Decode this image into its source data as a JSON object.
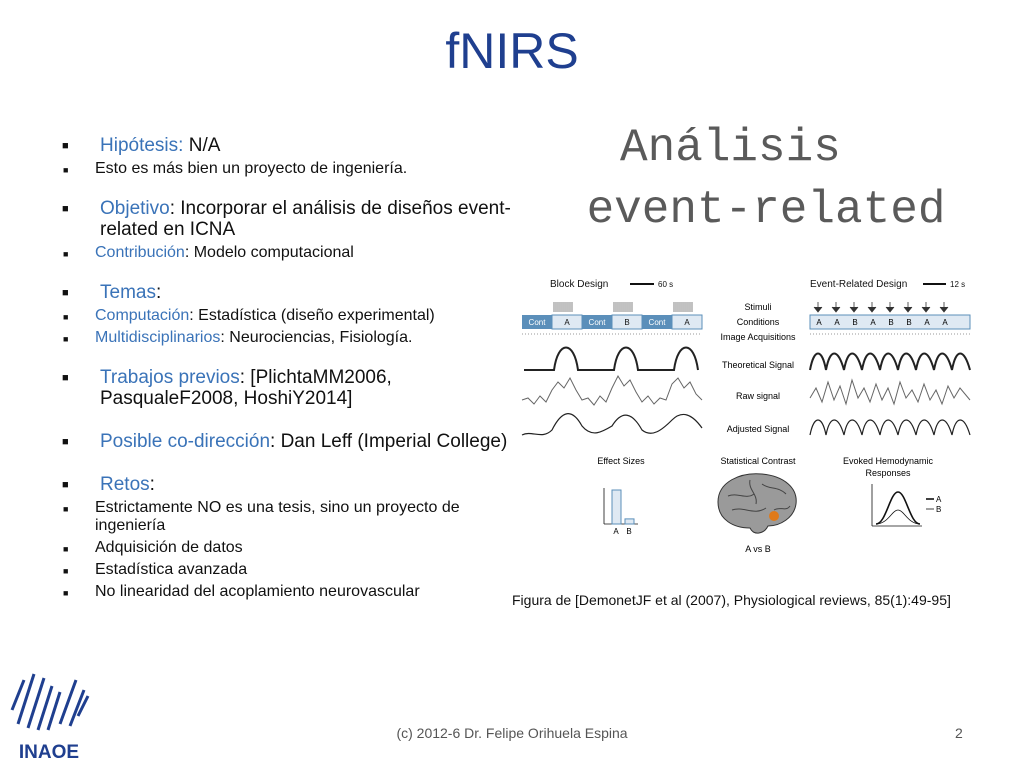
{
  "slide": {
    "title": "fNIRS",
    "heading_line1": "Análisis",
    "heading_line2": "event-related",
    "caption": "Figura de [DemonetJF et al (2007), Physiological reviews, 85(1):49-95]",
    "footer": "(c) 2012-6 Dr. Felipe Orihuela Espina",
    "page_number": "2",
    "logo_text": "INAOE"
  },
  "bullets": {
    "hipotesis_label": "Hipótesis",
    "hipotesis_value": " N/A",
    "hipotesis_sub1": "Esto es más bien un proyecto de ingeniería.",
    "objetivo_label": "Objetivo",
    "objetivo_value": ": Incorporar el análisis de diseños event-related en ICNA",
    "contribucion_label": "Contribución",
    "contribucion_value": ": Modelo computacional",
    "temas_label": "Temas",
    "temas_colon": ":",
    "computacion_label": "Computación",
    "computacion_value": ": Estadística (diseño experimental)",
    "multi_label": "Multidisciplinarios",
    "multi_value": ": Neurociencias, Fisiología.",
    "trabajos_label": "Trabajos previos",
    "trabajos_value": ": [PlichtaMM2006, PasqualeF2008, HoshiY2014]",
    "codir_label": "Posible co-dirección",
    "codir_value": ": Dan Leff (Imperial College)",
    "retos_label": "Retos",
    "retos_colon": ":",
    "retos_items": [
      "Estrictamente NO es una tesis, sino un proyecto de ingeniería",
      "Adquisición de datos",
      "Estadística avanzada",
      "No linearidad del acoplamiento neurovascular"
    ]
  },
  "figure": {
    "block_design": "Block Design",
    "event_design": "Event-Related Design",
    "scale_block": "60 s",
    "scale_event": "12 s",
    "row_labels": [
      "Stimuli",
      "Conditions",
      "Image Acquisitions",
      "Theoretical Signal",
      "Raw signal",
      "Adjusted Signal"
    ],
    "block_conditions": [
      "Cont",
      "A",
      "Cont",
      "B",
      "Cont",
      "A"
    ],
    "event_conditions": [
      "A",
      "A",
      "B",
      "A",
      "B",
      "B",
      "A",
      "A"
    ],
    "effect_sizes": "Effect Sizes",
    "statistical_contrast": "Statistical Contrast",
    "hemo_line1": "Evoked Hemodynamic",
    "hemo_line2": "Responses",
    "bar_labels": [
      "A",
      "B"
    ],
    "bar_values": [
      1.0,
      0.15
    ],
    "contrast_label": "A vs B",
    "legend": [
      "A",
      "B"
    ],
    "colors": {
      "condition_box": "#4f8fc0",
      "bars": "#4f8fc0",
      "title": "#1f3f8f",
      "blue_text": "#3a73b8"
    }
  }
}
